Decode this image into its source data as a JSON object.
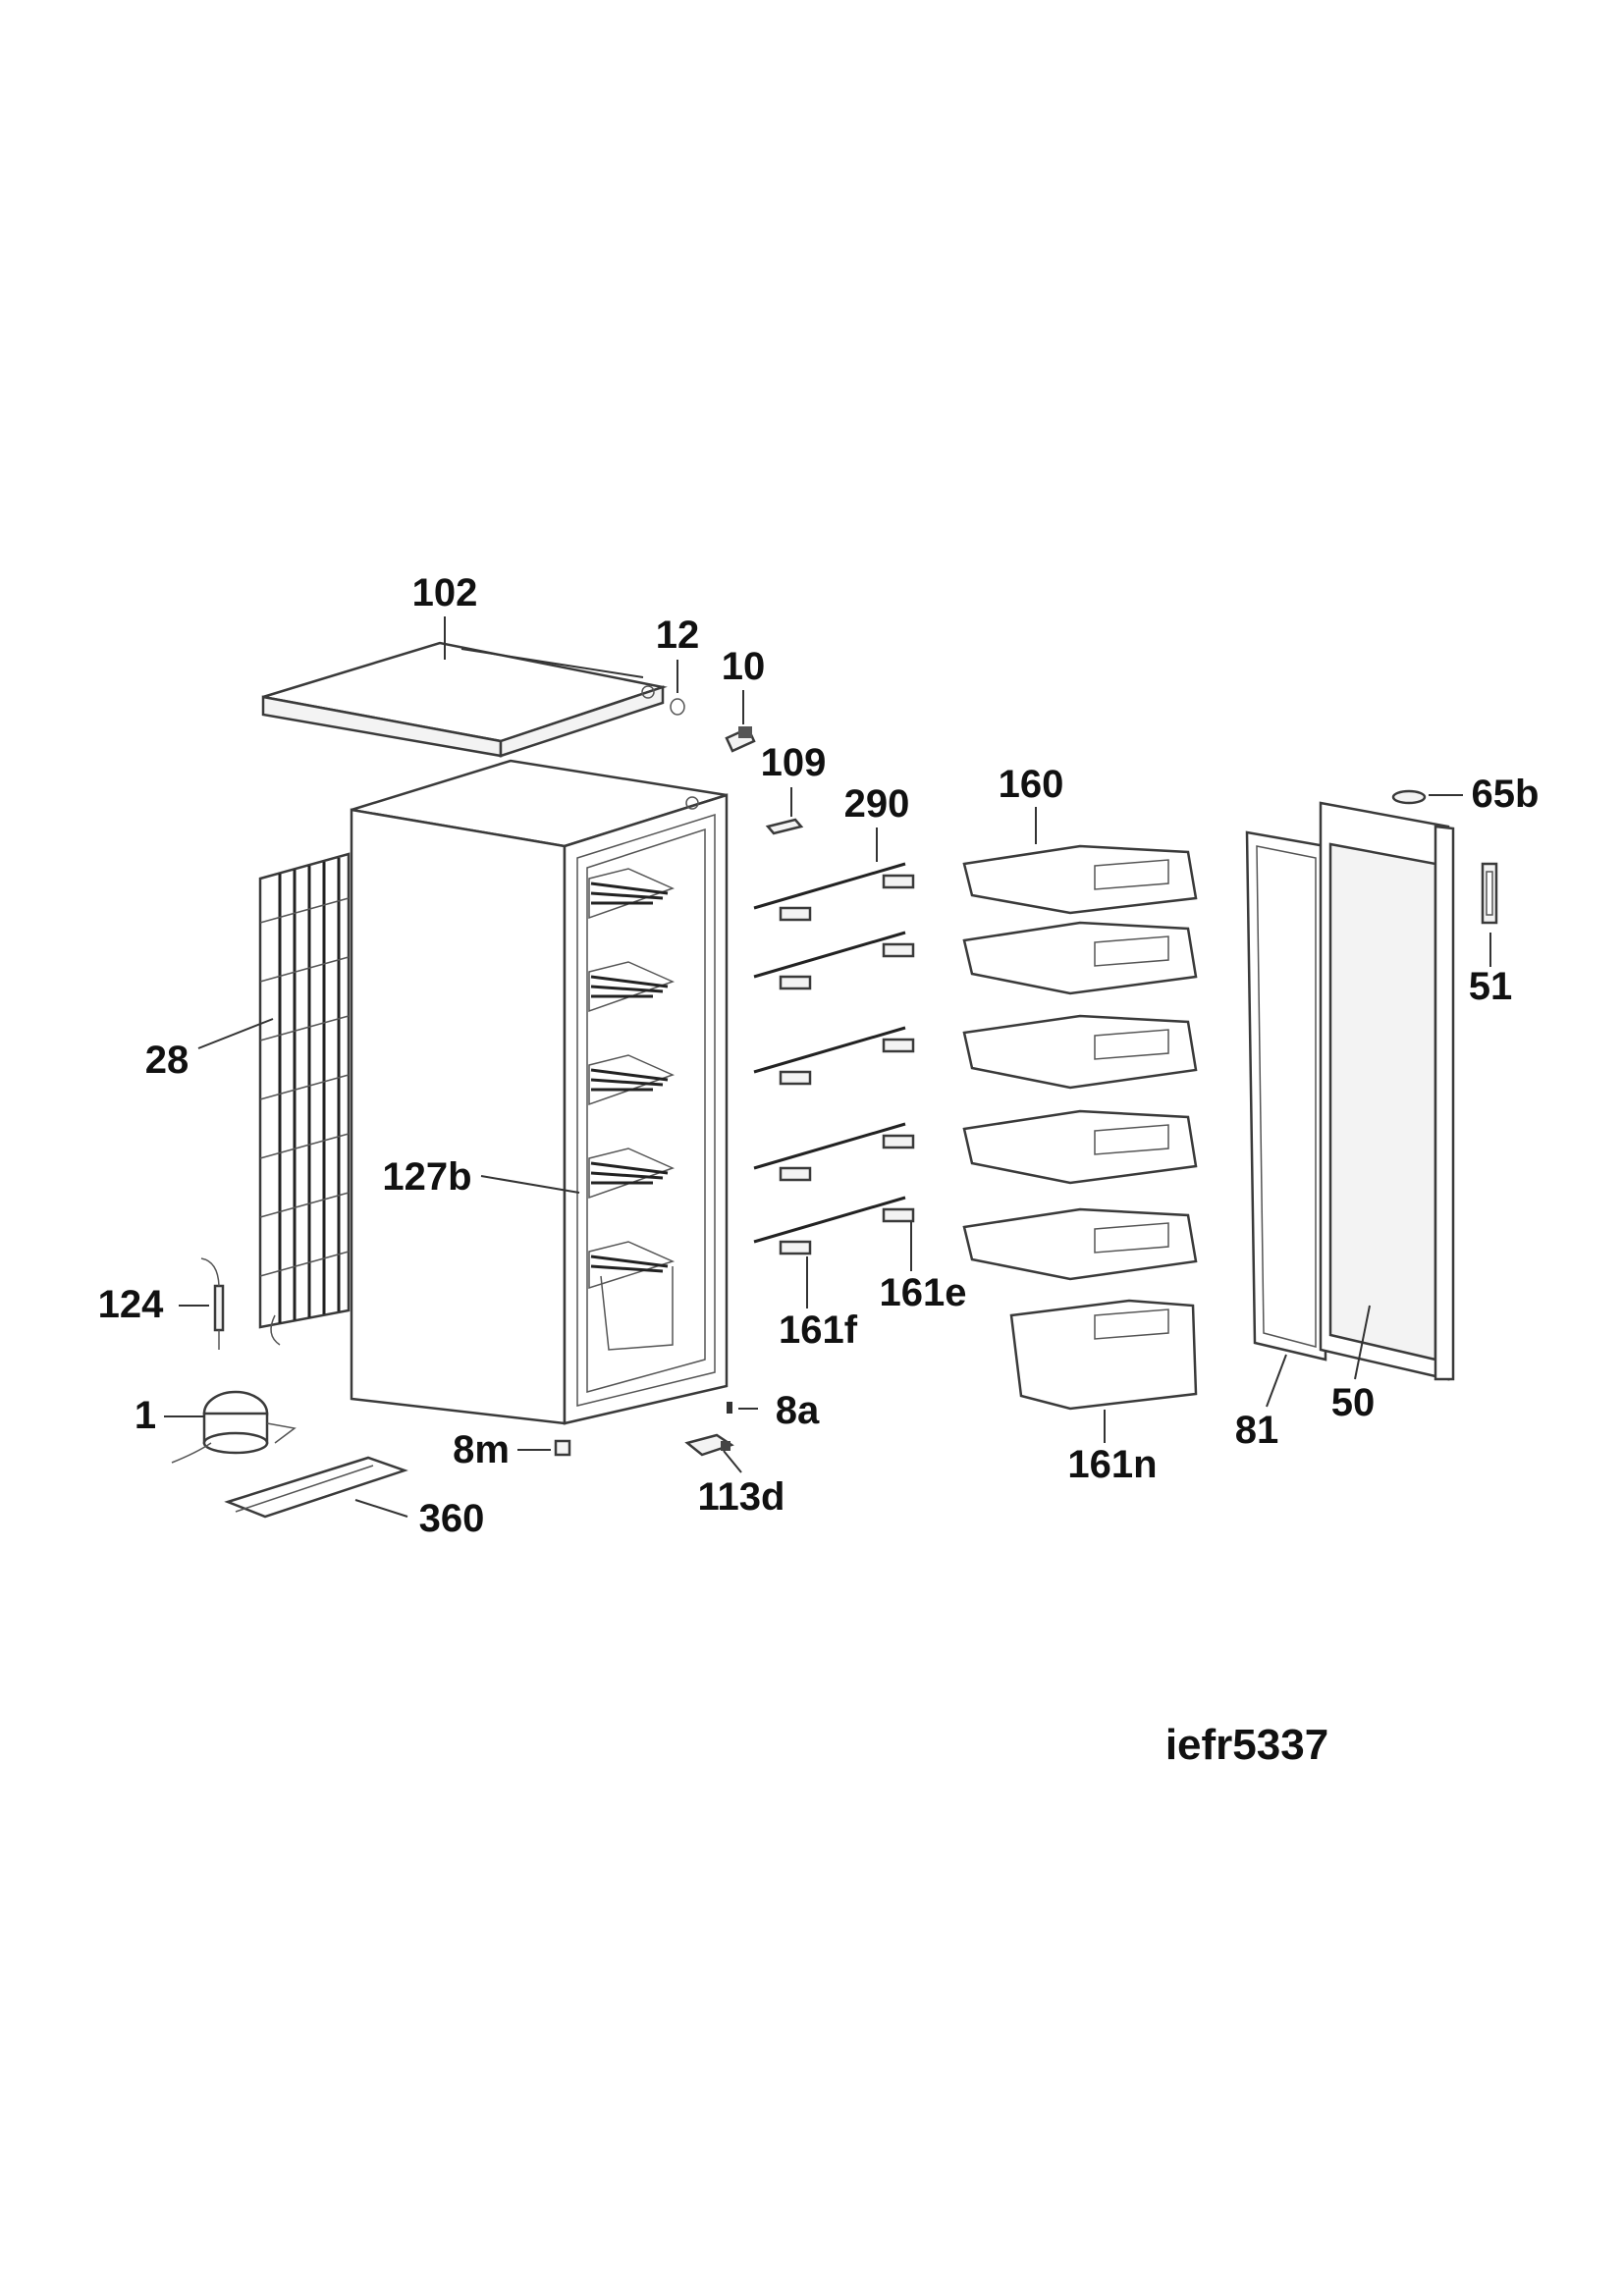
{
  "diagram": {
    "model_code": "iefr5337",
    "callouts": {
      "c102": "102",
      "c12": "12",
      "c10": "10",
      "c109": "109",
      "c290": "290",
      "c160": "160",
      "c65b": "65b",
      "c51": "51",
      "c28": "28",
      "c127b": "127b",
      "c124": "124",
      "c1": "1",
      "c8m": "8m",
      "c360": "360",
      "c8a": "8a",
      "c113d": "113d",
      "c161f": "161f",
      "c161e": "161e",
      "c161n": "161n",
      "c81": "81",
      "c50": "50"
    }
  }
}
